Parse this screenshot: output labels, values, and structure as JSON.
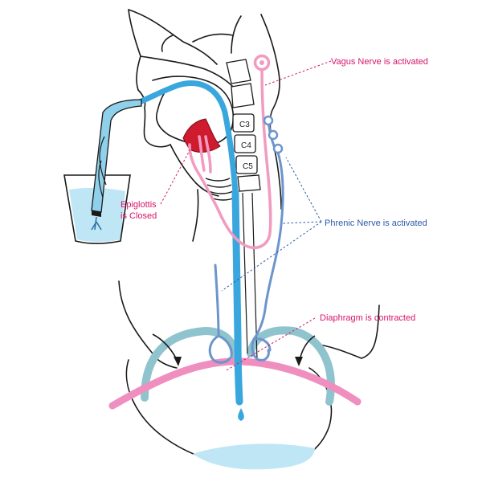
{
  "labels": {
    "vagus": "Vagus Nerve is activated",
    "phrenic": "Phrenic Nerve is activated",
    "diaphragm": "Diaphragm is contracted",
    "epiglottis_line1": "Epiglottis",
    "epiglottis_line2": "is Closed"
  },
  "vertebrae": [
    "C3",
    "C4",
    "C5"
  ],
  "colors": {
    "label_pink": "#d6156b",
    "label_blue": "#2b5aa8",
    "water_blue": "#39a7dd",
    "nerve_pink": "#f29bc0",
    "nerve_blue": "#6c95cc",
    "diaphragm_pink": "#ef8fbf",
    "pleura_teal": "#8fc4cf",
    "epiglottis_red": "#cf1b2e",
    "outline": "#1a1a1a"
  }
}
